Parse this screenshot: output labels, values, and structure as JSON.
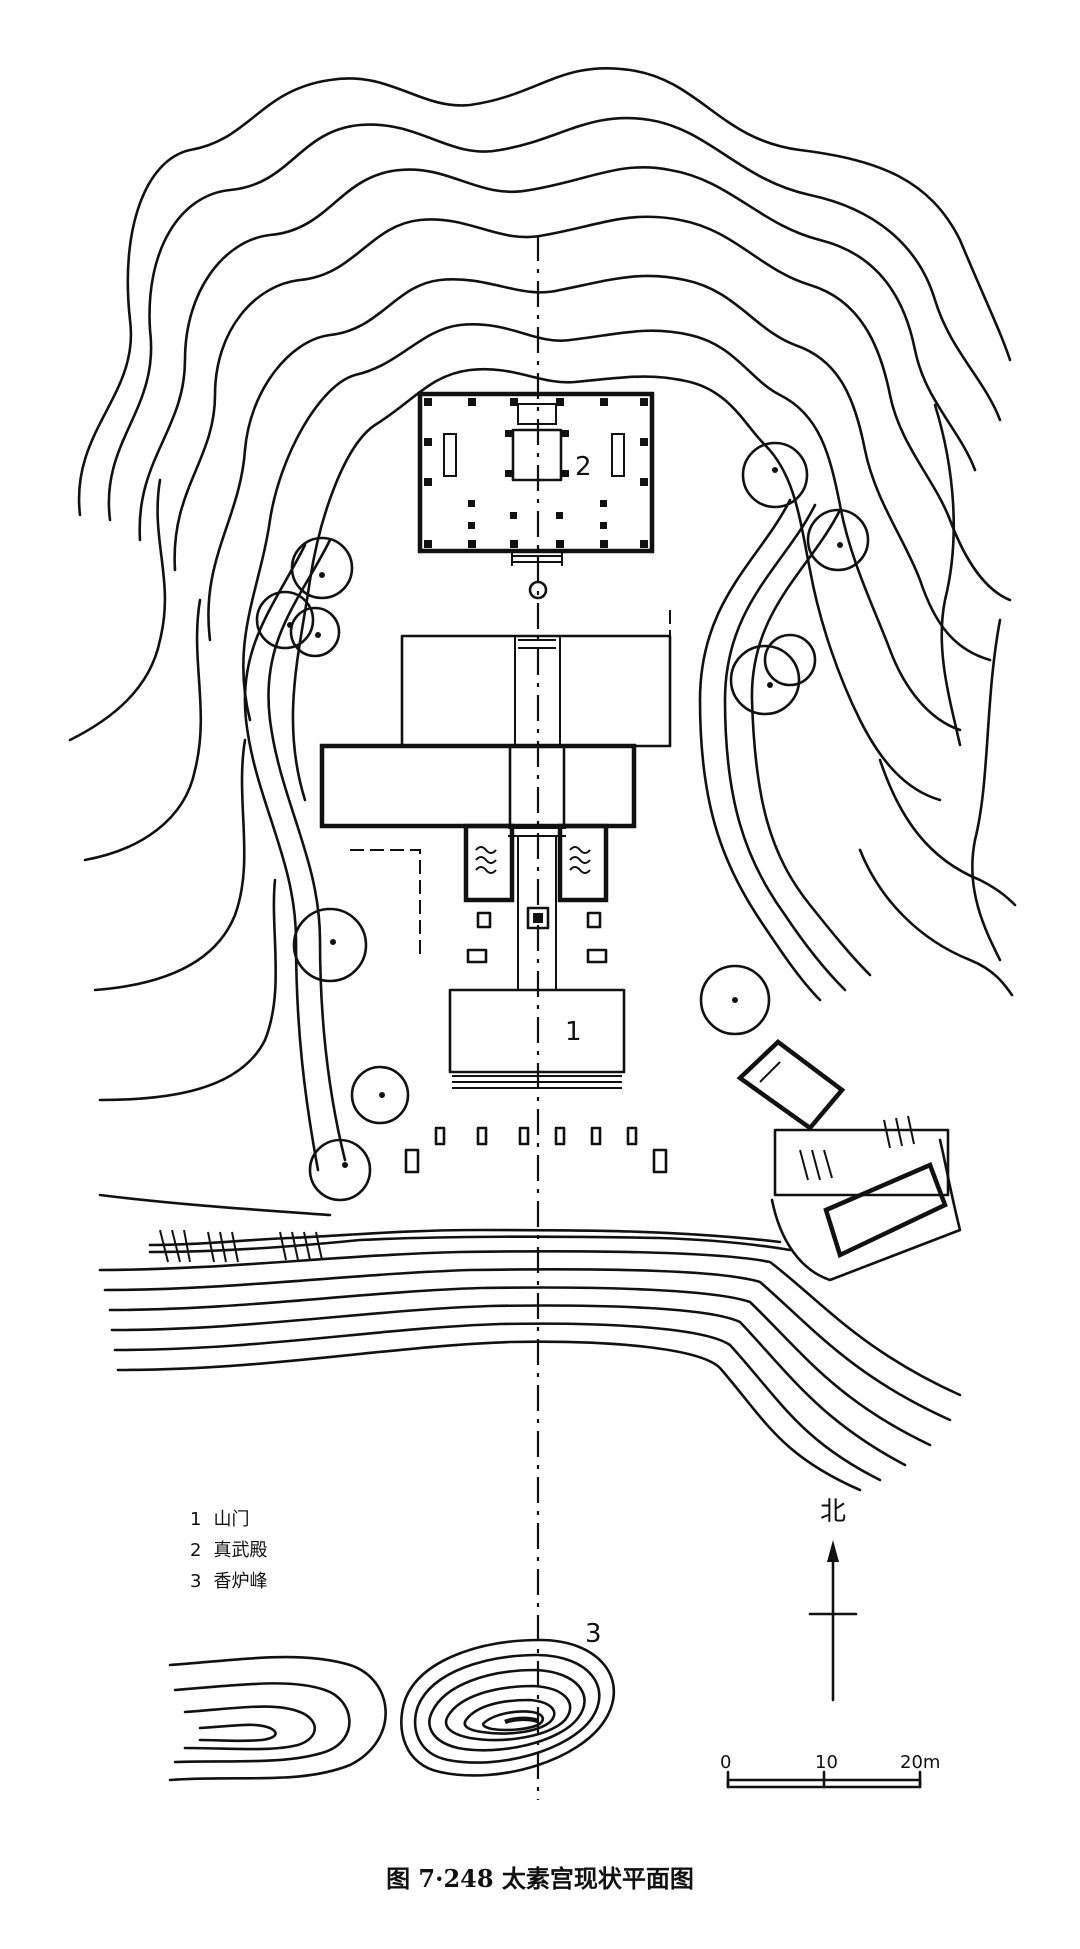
{
  "labels": {
    "one": "1",
    "two": "2",
    "three": "3"
  },
  "legend": [
    {
      "num": "1",
      "text": "山门"
    },
    {
      "num": "2",
      "text": "真武殿"
    },
    {
      "num": "3",
      "text": "香炉峰"
    }
  ],
  "north": "北",
  "scale": {
    "t0": "0",
    "t10": "10",
    "t20": "20m"
  },
  "caption": "图 7·248 太素宫现状平面图"
}
